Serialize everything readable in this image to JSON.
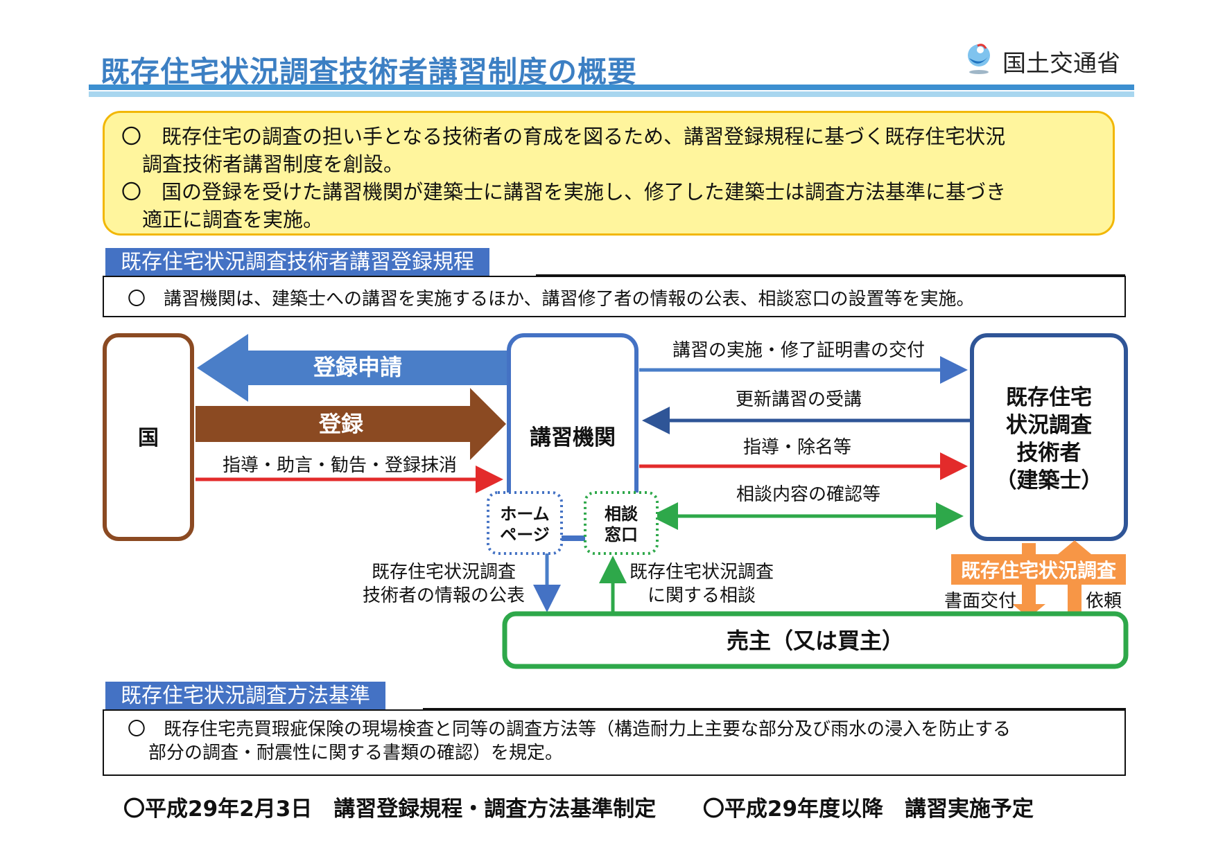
{
  "header": {
    "title": "既存住宅状況調査技術者講習制度の概要",
    "ministry": "国土交通省"
  },
  "summary": {
    "lines": [
      "〇　既存住宅の調査の担い手となる技術者の育成を図るため、講習登録規程に基づく既存住宅状況",
      "調査技術者講習制度を創設。",
      "〇　国の登録を受けた講習機関が建築士に講習を実施し、修了した建築士は調査方法基準に基づき",
      "適正に調査を実施。"
    ]
  },
  "section1": {
    "tab": "既存住宅状況調査技術者講習登録規程",
    "text": "〇　講習機関は、建築士への講習を実施するほか、講習修了者の情報の公表、相談窓口の設置等を実施。"
  },
  "diagram": {
    "kuni": "国",
    "agency": "講習機関",
    "engineer": [
      "既存住宅",
      "状況調査",
      "技術者",
      "（建築士）"
    ],
    "registration_application": "登録申請",
    "registration": "登録",
    "guidance_kuni": "指導・助言・勧告・登録抹消",
    "lecture_delivery": "講習の実施・修了証明書の交付",
    "renewal": "更新講習の受講",
    "guidance_engineer": "指導・除名等",
    "consultation_check": "相談内容の確認等",
    "homepage": [
      "ホーム",
      "ページ"
    ],
    "consult_window": [
      "相談",
      "窓口"
    ],
    "publication": [
      "既存住宅状況調査",
      "技術者の情報の公表"
    ],
    "consultation": [
      "既存住宅状況調査",
      "に関する相談"
    ],
    "survey_label": "既存住宅状況調査",
    "document_delivery": "書面交付",
    "request": "依頼",
    "seller": "売主（又は買主）",
    "colors": {
      "blue": "#4472c4",
      "brown": "#8b4a22",
      "red": "#e32b2b",
      "green": "#2ea84a",
      "orange": "#f79646",
      "navy": "#2f5597"
    }
  },
  "section2": {
    "tab": "既存住宅状況調査方法基準",
    "lines": [
      "〇　既存住宅売買瑕疵保険の現場検査と同等の調査方法等（構造耐力上主要な部分及び雨水の浸入を防止する",
      "部分の調査・耐震性に関する書類の確認）を規定。"
    ]
  },
  "footer": {
    "left": "〇平成29年2月3日　講習登録規程・調査方法基準制定",
    "right": "〇平成29年度以降　講習実施予定"
  }
}
